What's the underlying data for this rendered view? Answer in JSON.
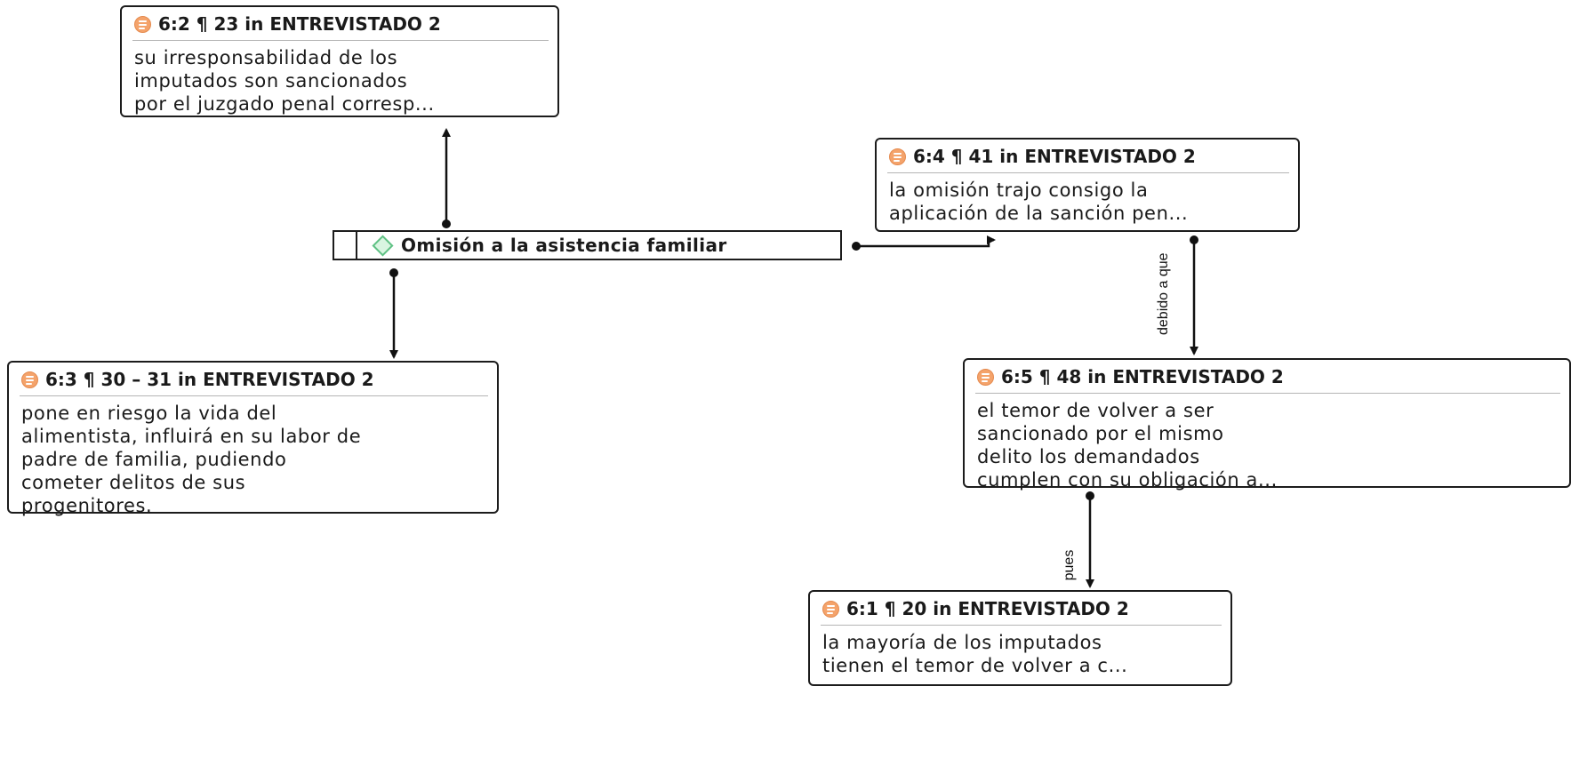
{
  "code": {
    "label": "Omisión a la asistencia familiar"
  },
  "quotes": {
    "q62": {
      "header": "6:2 ¶ 23 in ENTREVISTADO 2",
      "text": " su irresponsabilidad de los\nimputados son sancionados\npor el juzgado penal corresp..."
    },
    "q64": {
      "header": "6:4 ¶ 41 in ENTREVISTADO 2",
      "text": "la omisión trajo consigo la\naplicación de la sanción pen..."
    },
    "q63": {
      "header": "6:3 ¶ 30 – 31 in ENTREVISTADO 2",
      "text": "pone en riesgo la vida del\nalimentista, influirá en su labor de\npadre de familia, pudiendo\ncometer delitos de sus\nprogenitores."
    },
    "q65": {
      "header": "6:5 ¶ 48 in ENTREVISTADO 2",
      "text": "el temor de volver a ser\nsancionado por el mismo\ndelito los demandados\ncumplen con su obligación a..."
    },
    "q61": {
      "header": "6:1 ¶ 20 in ENTREVISTADO 2",
      "text": " la mayoría de los imputados\ntienen el temor de volver a c..."
    }
  },
  "relations": {
    "debido": "debido a que",
    "pues": "pues"
  },
  "colors": {
    "quote_icon": "#f4a36b",
    "code_icon": "#5fc184",
    "line": "#111111"
  }
}
